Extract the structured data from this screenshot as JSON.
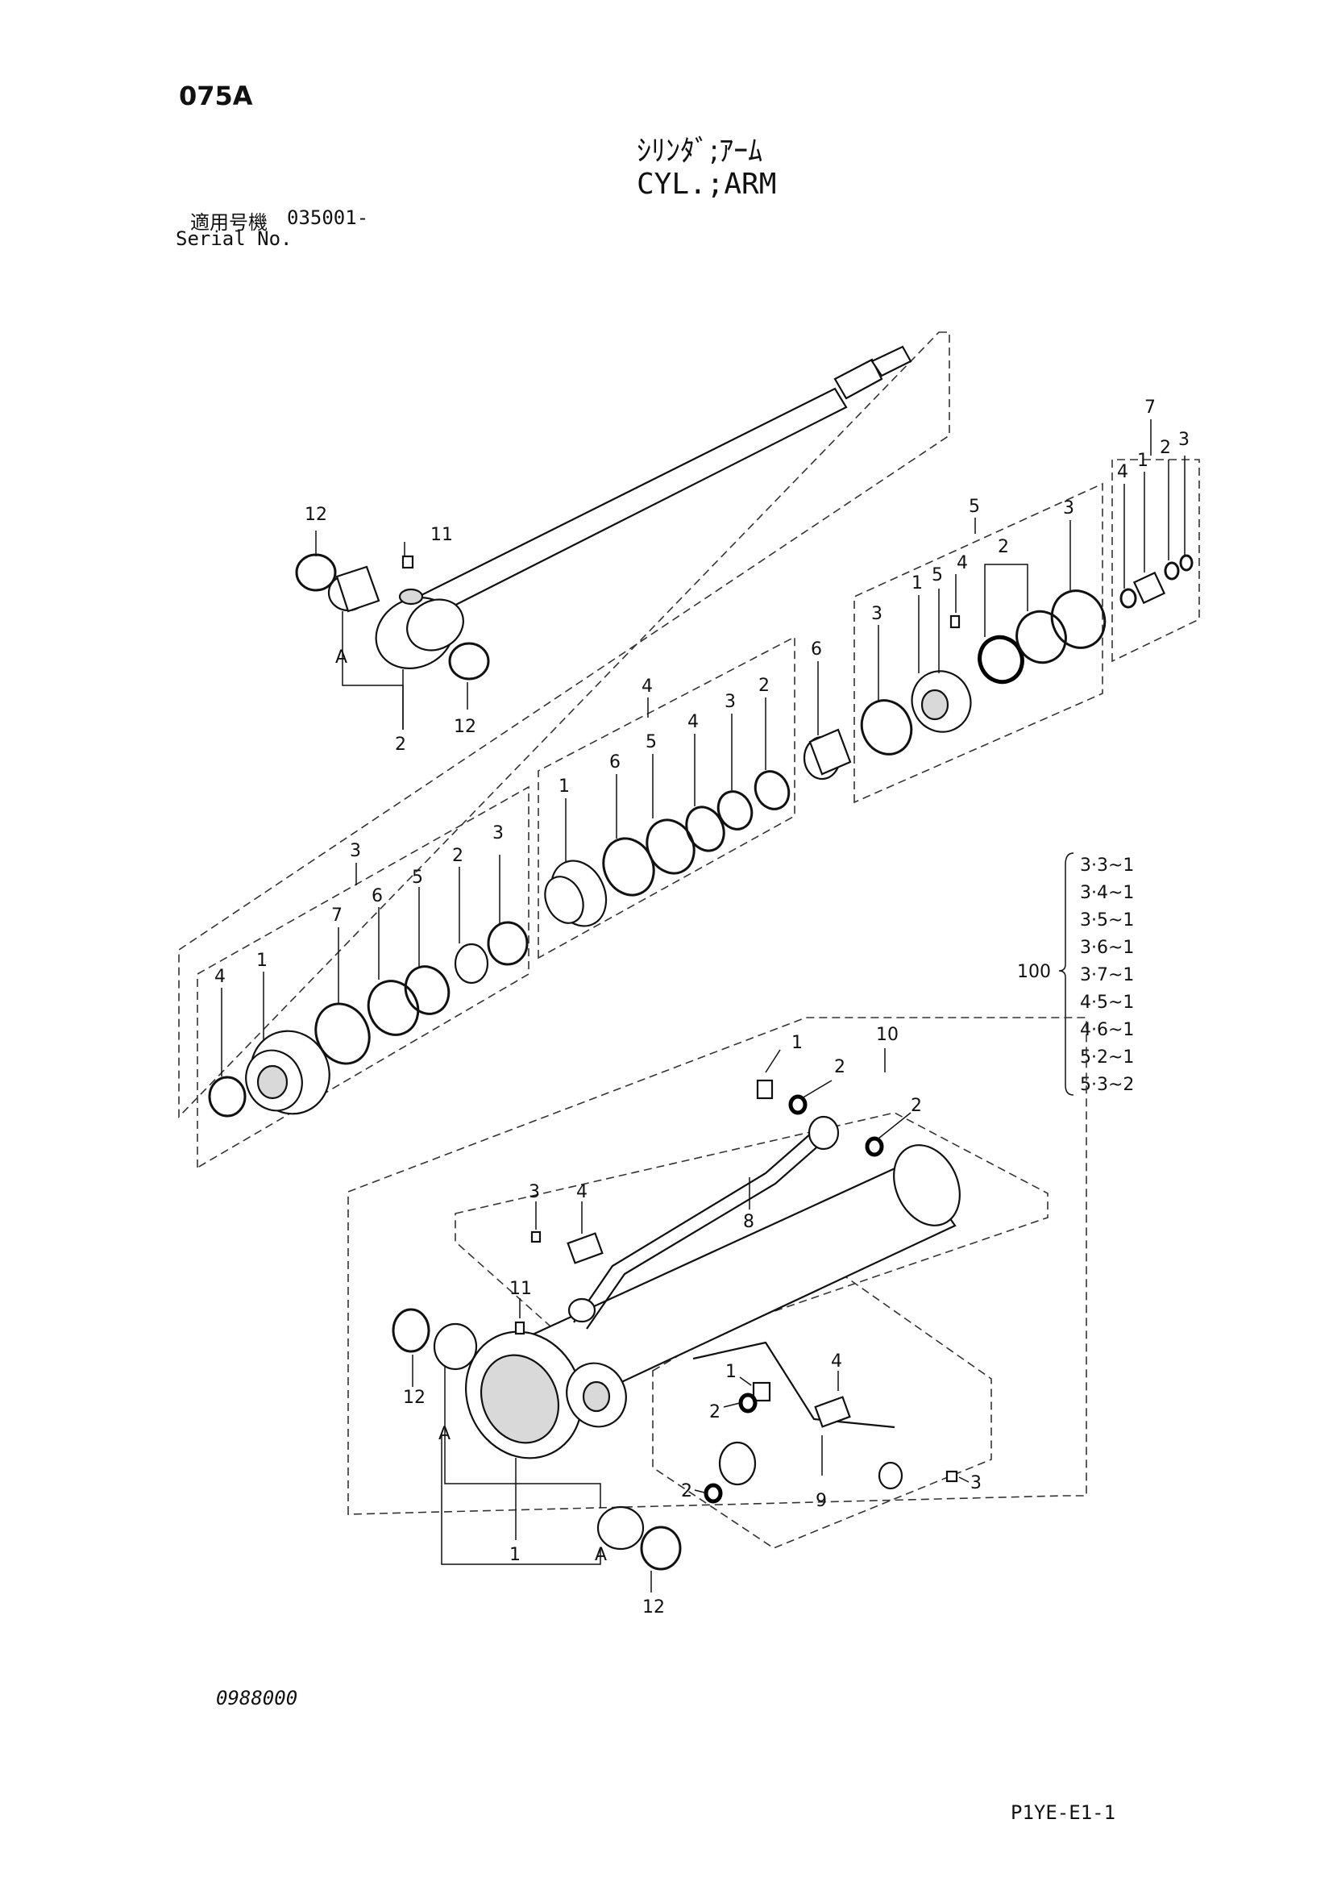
{
  "page_code": "075A",
  "title_jp": "ｼﾘﾝﾀﾞ;ｱｰﾑ",
  "title_en": "CYL.;ARM",
  "serial": {
    "label_jp": "適用号機",
    "value": "035001-",
    "label_en": "Serial No."
  },
  "kit_table": {
    "number": "100",
    "entries": [
      "3·3~1",
      "3·4~1",
      "3·5~1",
      "3·6~1",
      "3·7~1",
      "4·5~1",
      "4·6~1",
      "5·2~1",
      "5·3~2"
    ]
  },
  "drawing_id": "0988000",
  "page_ref": "P1YE-E1-1",
  "callouts": {
    "rod": [
      "12",
      "11",
      "A",
      "2",
      "12"
    ],
    "group_3": [
      "3",
      "4",
      "1",
      "7",
      "6",
      "5",
      "2",
      "3"
    ],
    "group_4": [
      "4",
      "1",
      "6",
      "5",
      "4",
      "3",
      "2"
    ],
    "part_6": "6",
    "group_5": [
      "5",
      "3",
      "1",
      "5",
      "4",
      "2",
      "3"
    ],
    "group_7": [
      "7",
      "4",
      "1",
      "2",
      "3"
    ],
    "tube": [
      "10",
      "1",
      "2",
      "2",
      "8",
      "3",
      "4",
      "11",
      "12",
      "A",
      "1",
      "A",
      "12",
      "1",
      "2",
      "4",
      "2",
      "9",
      "3"
    ]
  }
}
